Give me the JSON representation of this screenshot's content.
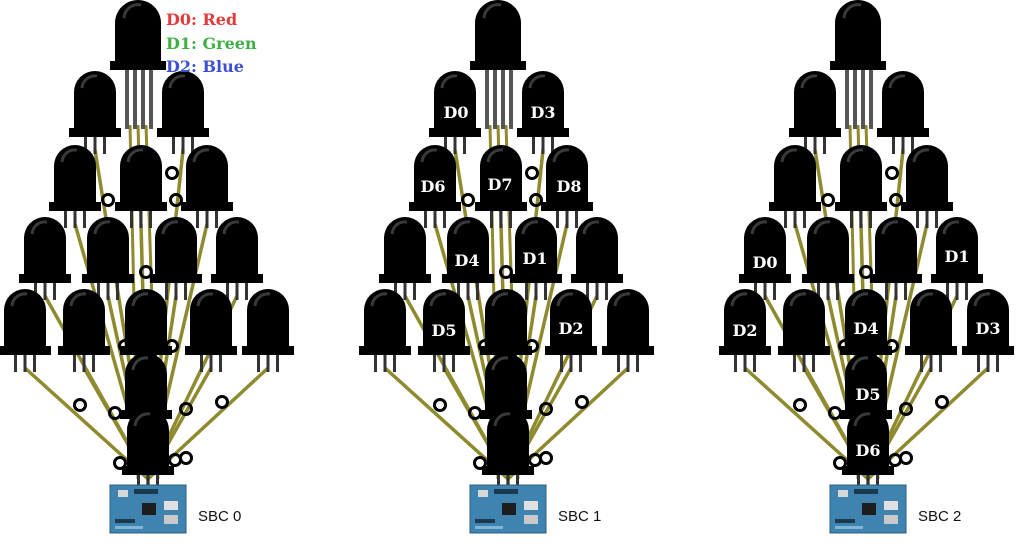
{
  "legend": {
    "red": {
      "text": "D0: Red",
      "color": "#e23a3a"
    },
    "green": {
      "text": "D1: Green",
      "color": "#3cb043"
    },
    "blue": {
      "text": "D2: Blue",
      "color": "#3a4fd6"
    }
  },
  "panels": [
    {
      "sbc_label": "SBC 0",
      "led_labels": []
    },
    {
      "sbc_label": "SBC 1",
      "led_labels": [
        "D0",
        "D3",
        "D6",
        "D7",
        "D8",
        "D4",
        "D1",
        "D5",
        "D2"
      ]
    },
    {
      "sbc_label": "SBC 2",
      "led_labels": [
        "D0",
        "D1",
        "D2",
        "D4",
        "D3",
        "D5",
        "D6"
      ]
    }
  ],
  "colors": {
    "led_body": "#000000",
    "wire": "#8f8a2e",
    "board": "#4a8fb8",
    "junction": "#000000"
  }
}
